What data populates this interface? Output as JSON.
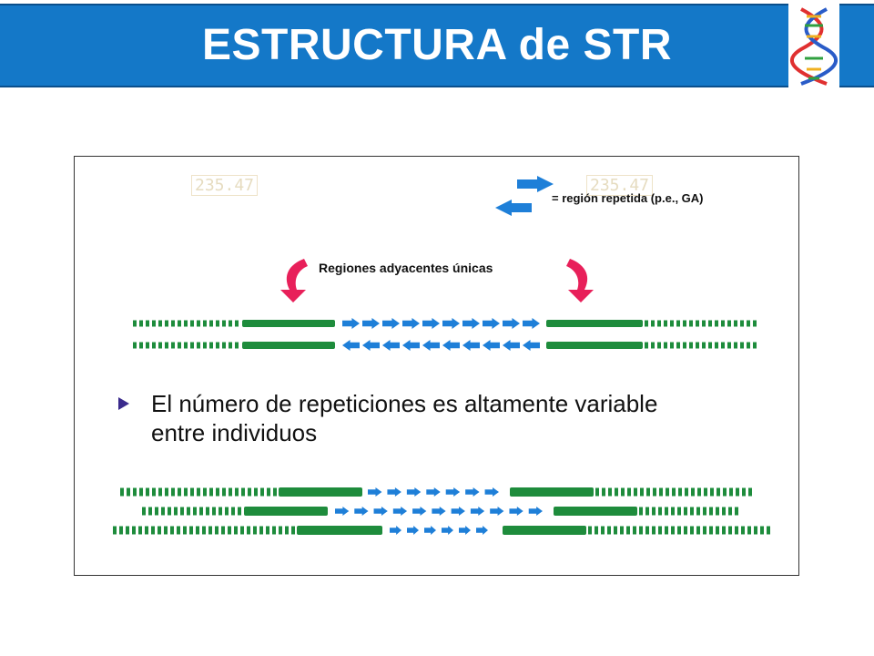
{
  "header": {
    "title": "ESTRUCTURA de STR",
    "logo_icon": "dna-helix-icon",
    "bar_color": "#1478c8"
  },
  "figure": {
    "legend_text": "= región repetida (p.e., GA)",
    "regions_label": "Regiones adyacentes únicas",
    "bullet_text_line1": "El número de repeticiones es altamente variable",
    "bullet_text_line2": "entre individuos",
    "faint_labels": [
      "235.47",
      "235.47"
    ],
    "colors": {
      "flank": "#1e8c3c",
      "repeat": "#1e7fd8",
      "curved_arrow": "#e8205a",
      "legend_arrow": "#1e7fd8"
    },
    "top_strands": [
      {
        "direction": "right",
        "repeat_count": 10
      },
      {
        "direction": "left",
        "repeat_count": 10
      }
    ],
    "variant_strands": [
      {
        "repeat_count": 7
      },
      {
        "repeat_count": 11
      },
      {
        "repeat_count": 6
      }
    ]
  }
}
